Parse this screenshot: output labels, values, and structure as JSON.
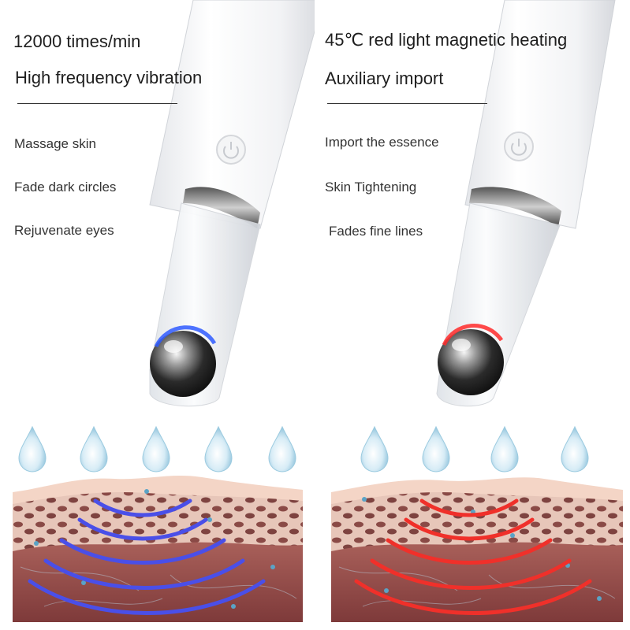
{
  "left_panel": {
    "speed_text": "12000 times/min",
    "mode_title": "High frequency vibration",
    "features": [
      "Massage skin",
      "Fade dark circles",
      "Rejuvenate eyes"
    ],
    "light_color": "#2f5bff",
    "wave_color": "#4a4fe8"
  },
  "right_panel": {
    "speed_text": "45℃ red light magnetic heating",
    "mode_title": "Auxiliary import",
    "features": [
      "Import the essence",
      "Skin Tightening",
      "Fades fine lines"
    ],
    "light_color": "#ff2a2a",
    "wave_color": "#f0302a"
  },
  "icons": {
    "power": "power-icon",
    "drop": "water-drop-icon"
  }
}
